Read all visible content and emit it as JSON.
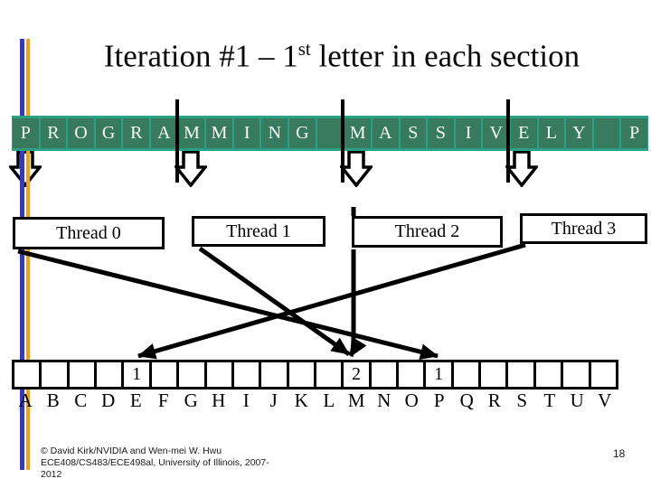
{
  "slide": {
    "title": {
      "prefix": "Iteration #1 – 1",
      "sup": "st",
      "suffix": " letter in each section"
    },
    "page_number": "18",
    "footer_lines": [
      "© David Kirk/NVIDIA and Wen-mei W. Hwu",
      "ECE408/CS483/ECE498al, University of Illinois, 2007-",
      "2012"
    ]
  },
  "colors": {
    "stripe_blue": "#3a3ab5",
    "stripe_orange": "#f0a125",
    "bar_strip": "#2ba183",
    "bar_cell": "#377a5e",
    "arrow_black": "#000000"
  },
  "tape": {
    "letters": [
      "P",
      "R",
      "O",
      "G",
      "R",
      "A",
      "M",
      "M",
      "I",
      "N",
      "G",
      " ",
      "M",
      "A",
      "S",
      "S",
      "I",
      "V",
      "E",
      "L",
      "Y",
      " ",
      "P"
    ],
    "section_starts": [
      0,
      6,
      12,
      18
    ],
    "section_divider_boundaries": [
      6,
      12,
      18
    ]
  },
  "threads": [
    {
      "label": "Thread 0"
    },
    {
      "label": "Thread 1"
    },
    {
      "label": "Thread 2"
    },
    {
      "label": "Thread 3"
    }
  ],
  "assignments": [
    {
      "thread": "Thread 0",
      "bin": "P"
    },
    {
      "thread": "Thread 1",
      "bin": "M"
    },
    {
      "thread": "Thread 2",
      "bin": "M"
    },
    {
      "thread": "Thread 3",
      "bin": "E"
    }
  ],
  "histogram": {
    "letters": [
      "A",
      "B",
      "C",
      "D",
      "E",
      "F",
      "G",
      "H",
      "I",
      "J",
      "K",
      "L",
      "M",
      "N",
      "O",
      "P",
      "Q",
      "R",
      "S",
      "T",
      "U",
      "V"
    ],
    "values": {
      "E": "1",
      "M": "2",
      "P": "1"
    }
  }
}
